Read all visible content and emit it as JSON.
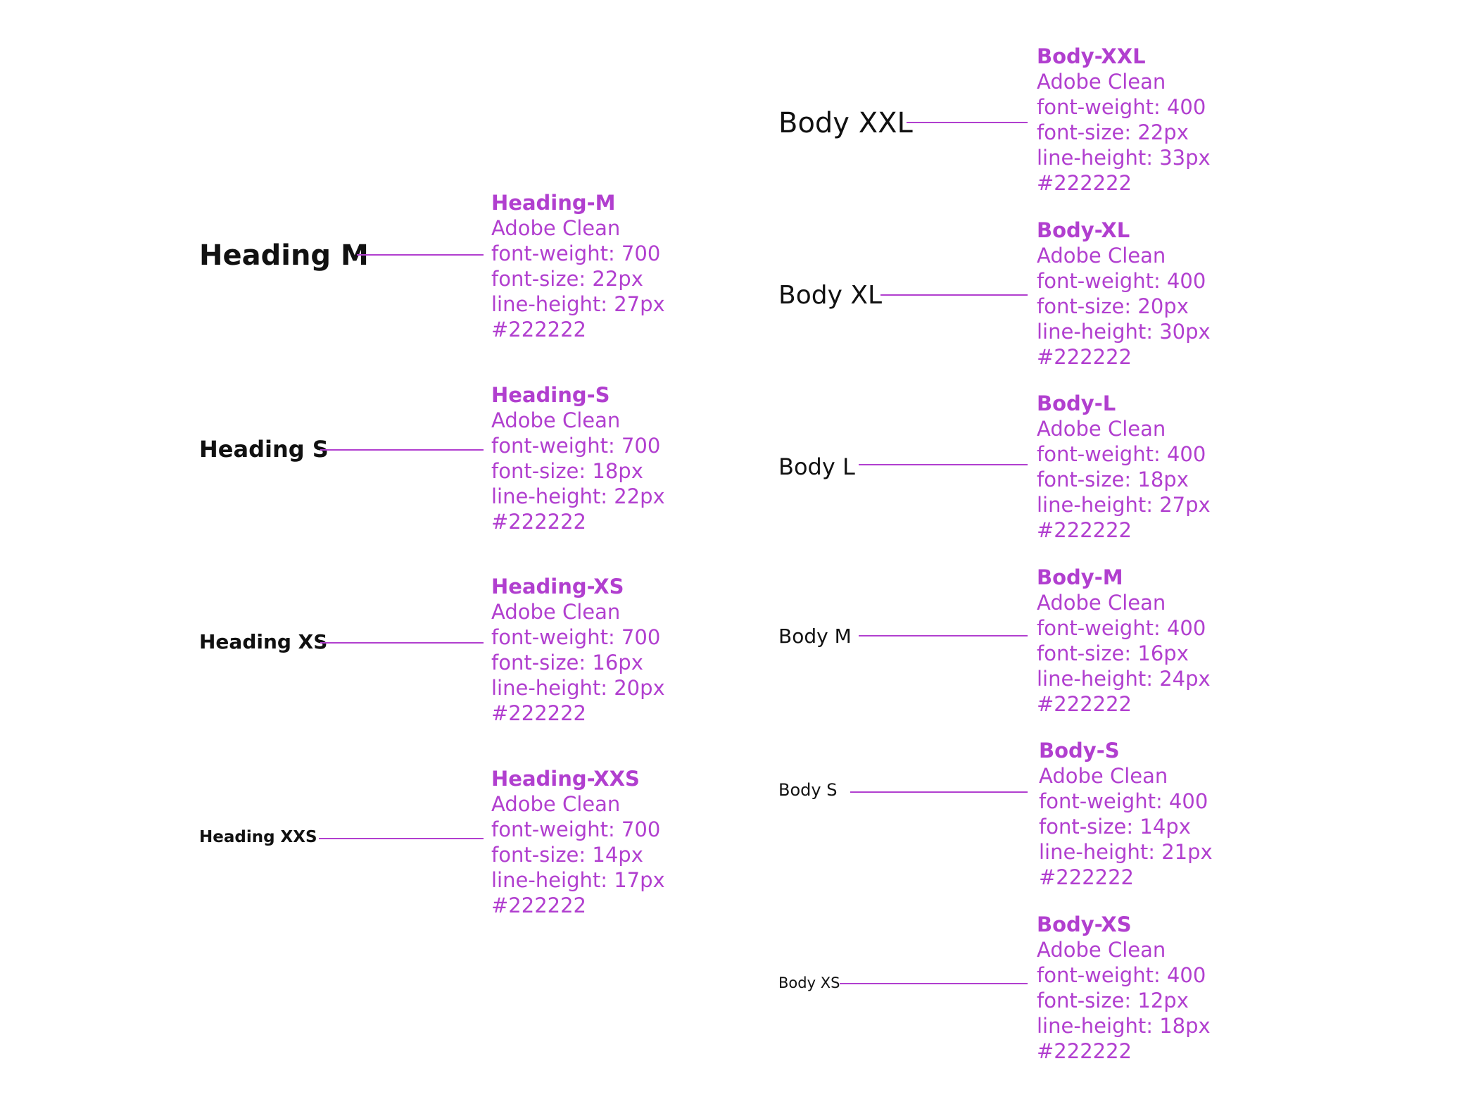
{
  "accent_color": "#b13fcf",
  "sample_color": "#111111",
  "headings": [
    {
      "sample": "Heading M",
      "name": "Heading-M",
      "font": "Adobe Clean",
      "weight": "font-weight: 700",
      "size": "font-size: 22px",
      "line_height": "line-height: 27px",
      "color": "#222222"
    },
    {
      "sample": "Heading S",
      "name": "Heading-S",
      "font": "Adobe Clean",
      "weight": "font-weight: 700",
      "size": "font-size: 18px",
      "line_height": "line-height: 22px",
      "color": "#222222"
    },
    {
      "sample": "Heading XS",
      "name": "Heading-XS",
      "font": "Adobe Clean",
      "weight": "font-weight: 700",
      "size": "font-size: 16px",
      "line_height": "line-height: 20px",
      "color": "#222222"
    },
    {
      "sample": "Heading XXS",
      "name": "Heading-XXS",
      "font": "Adobe Clean",
      "weight": "font-weight: 700",
      "size": "font-size: 14px",
      "line_height": "line-height: 17px",
      "color": "#222222"
    }
  ],
  "bodies": [
    {
      "sample": "Body XXL",
      "name": "Body-XXL",
      "font": "Adobe Clean",
      "weight": "font-weight: 400",
      "size": "font-size: 22px",
      "line_height": "line-height: 33px",
      "color": "#222222"
    },
    {
      "sample": "Body XL",
      "name": "Body-XL",
      "font": "Adobe Clean",
      "weight": "font-weight: 400",
      "size": "font-size: 20px",
      "line_height": "line-height: 30px",
      "color": "#222222"
    },
    {
      "sample": "Body L",
      "name": "Body-L",
      "font": "Adobe Clean",
      "weight": "font-weight: 400",
      "size": "font-size: 18px",
      "line_height": "line-height: 27px",
      "color": "#222222"
    },
    {
      "sample": "Body M",
      "name": "Body-M",
      "font": "Adobe Clean",
      "weight": "font-weight: 400",
      "size": "font-size: 16px",
      "line_height": "line-height: 24px",
      "color": "#222222"
    },
    {
      "sample": "Body S",
      "name": "Body-S",
      "font": "Adobe Clean",
      "weight": "font-weight: 400",
      "size": "font-size: 14px",
      "line_height": "line-height: 21px",
      "color": "#222222"
    },
    {
      "sample": "Body XS",
      "name": "Body-XS",
      "font": "Adobe Clean",
      "weight": "font-weight: 400",
      "size": "font-size: 12px",
      "line_height": "line-height: 18px",
      "color": "#222222"
    }
  ]
}
